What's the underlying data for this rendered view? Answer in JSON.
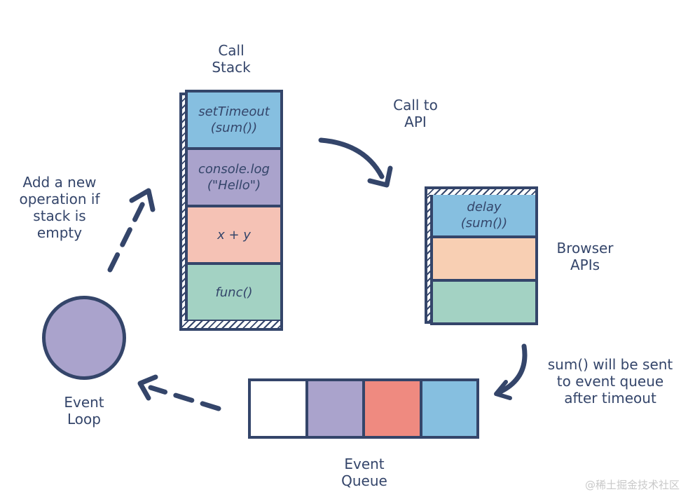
{
  "call_stack": {
    "title": "Call\nStack",
    "frames": [
      {
        "text": "setTimeout\n(sum())",
        "color": "#86bfe0"
      },
      {
        "text": "console.log\n(\"Hello\")",
        "color": "#aaa3cc"
      },
      {
        "text": "x + y",
        "color": "#f5c2b5"
      },
      {
        "text": "func()",
        "color": "#a3d2c3"
      }
    ]
  },
  "call_to_api": "Call to\nAPI",
  "browser_apis": {
    "title": "Browser\nAPIs",
    "items": [
      {
        "text": "delay\n(sum())",
        "color": "#86bfe0"
      },
      {
        "text": "",
        "color": "#f8cfb3"
      },
      {
        "text": "",
        "color": "#a3d2c3"
      }
    ]
  },
  "sent_note": "sum() will be sent\nto event queue\nafter timeout",
  "event_queue": {
    "title": "Event\nQueue",
    "slots": [
      {
        "color": "#ffffff"
      },
      {
        "color": "#aaa3cc"
      },
      {
        "color": "#ef8a80"
      },
      {
        "color": "#86bfe0"
      }
    ]
  },
  "event_loop": {
    "title": "Event\nLoop",
    "color": "#aaa3cc"
  },
  "add_note": "Add a new\noperation if\nstack is\nempty",
  "watermark": "@稀土掘金技术社区"
}
